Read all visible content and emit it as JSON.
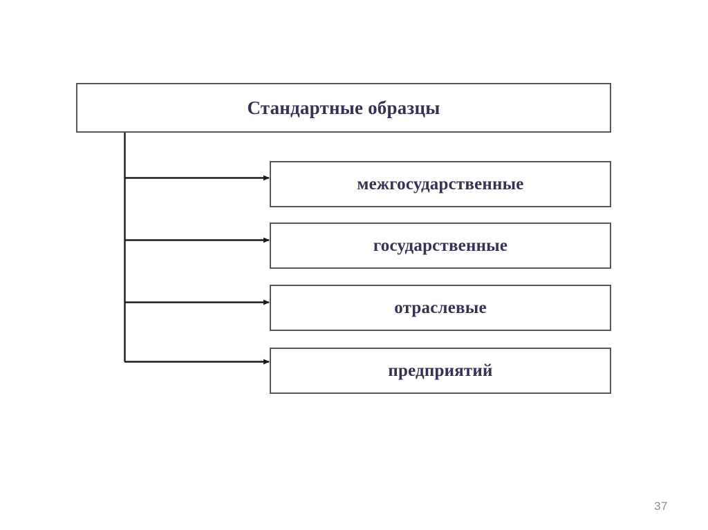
{
  "slide": {
    "page_number": "37",
    "background_color": "#ffffff",
    "text_color": "#3a3055",
    "border_color": "#55555c",
    "connector_color": "#1a1a1a",
    "page_number_color": "#8c8c8c"
  },
  "diagram": {
    "type": "hierarchy-tree",
    "root": {
      "label": "Стандартные образцы"
    },
    "children": [
      {
        "label": "межгосударственные"
      },
      {
        "label": "государственные"
      },
      {
        "label": "отраслевые"
      },
      {
        "label": "предприятий"
      }
    ]
  }
}
